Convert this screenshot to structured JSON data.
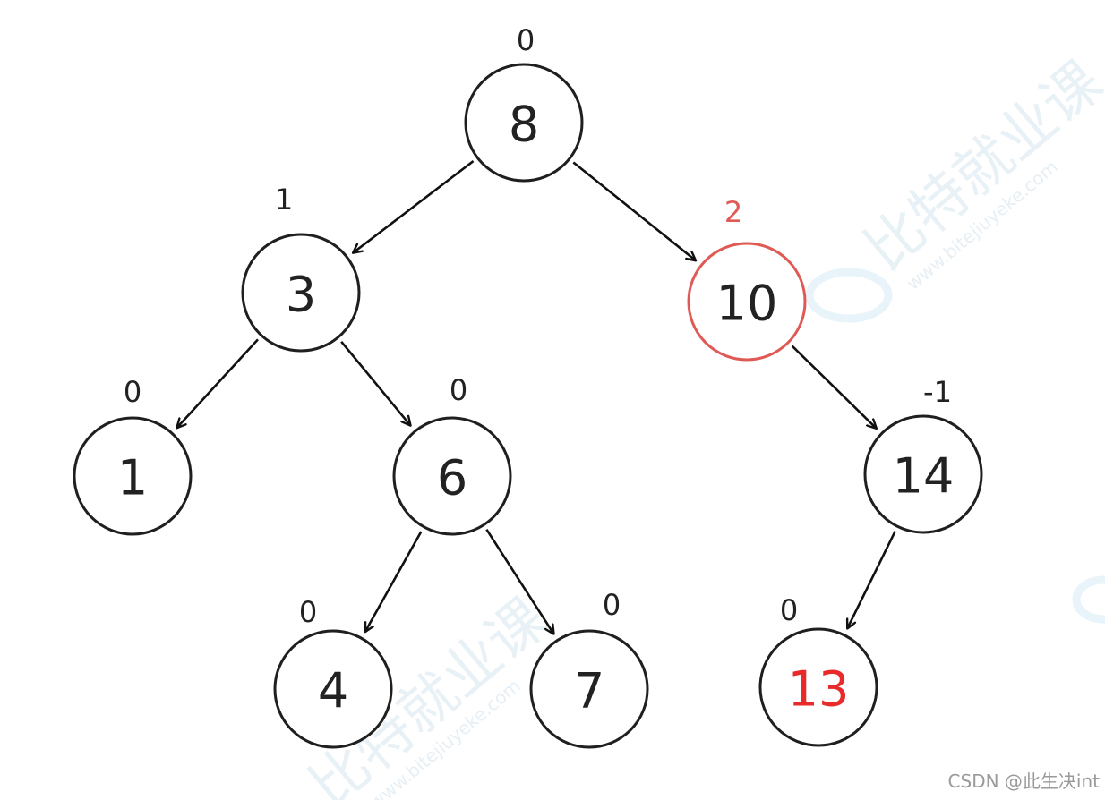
{
  "colors": {
    "default_stroke": "#1f1f1f",
    "default_text": "#222222",
    "unbalanced": "#e05a55",
    "inserted_text": "#e82a2a"
  },
  "nodes": [
    {
      "id": "n8",
      "value": "8",
      "balance": "0",
      "state": "normal"
    },
    {
      "id": "n3",
      "value": "3",
      "balance": "1",
      "state": "normal"
    },
    {
      "id": "n10",
      "value": "10",
      "balance": "2",
      "state": "unbalanced"
    },
    {
      "id": "n1",
      "value": "1",
      "balance": "0",
      "state": "normal"
    },
    {
      "id": "n6",
      "value": "6",
      "balance": "0",
      "state": "normal"
    },
    {
      "id": "n14",
      "value": "14",
      "balance": "-1",
      "state": "normal"
    },
    {
      "id": "n4",
      "value": "4",
      "balance": "0",
      "state": "normal"
    },
    {
      "id": "n7",
      "value": "7",
      "balance": "0",
      "state": "normal"
    },
    {
      "id": "n13",
      "value": "13",
      "balance": "0",
      "state": "inserted"
    }
  ],
  "edges": [
    [
      "n8",
      "n3"
    ],
    [
      "n8",
      "n10"
    ],
    [
      "n3",
      "n1"
    ],
    [
      "n3",
      "n6"
    ],
    [
      "n10",
      "n14"
    ],
    [
      "n6",
      "n4"
    ],
    [
      "n6",
      "n7"
    ],
    [
      "n14",
      "n13"
    ]
  ],
  "watermark": {
    "brand": "比特就业课",
    "url": "www.bitejiuyeke.com"
  },
  "credit": "CSDN @此生决int"
}
